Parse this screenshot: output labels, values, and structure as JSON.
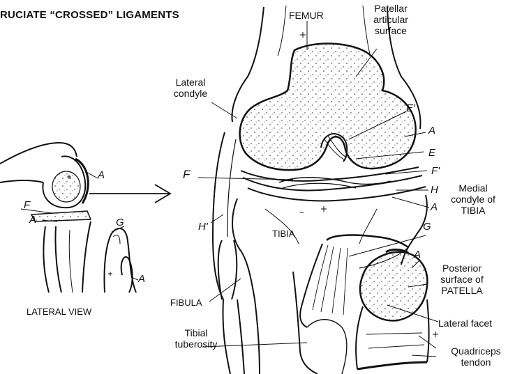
{
  "heading": {
    "text": "RUCIATE “CROSSED” LIGAMENTS"
  },
  "lateral_view": {
    "caption": "LATERAL VIEW",
    "letters": {
      "a1": "A",
      "f": "F",
      "a2": "A",
      "g": "G",
      "a3": "A"
    }
  },
  "main_view": {
    "femur": "FEMUR",
    "patellar_articular_surface": "Patellar\narticular\nsurface",
    "lateral_condyle": "Lateral\ncondyle",
    "medial_condyle_of_tibia": "Medial\ncondyle of\nTIBIA",
    "tibia": "TIBIA",
    "fibula": "FIBULA",
    "posterior_surface_of_patella": "Posterior\nsurface of\nPATELLA",
    "lateral_facet": "Lateral facet",
    "tibial_tuberosity": "Tibial\ntuberosity",
    "quadriceps_tendon": "Quadriceps\ntendon",
    "letters": {
      "e_prime": "E'",
      "a_right": "A",
      "e": "E",
      "f_prime": "F'",
      "h": "H",
      "a_medial": "A",
      "f_left": "F",
      "h_prime": "H'",
      "g": "G",
      "a_patella": "A"
    }
  }
}
